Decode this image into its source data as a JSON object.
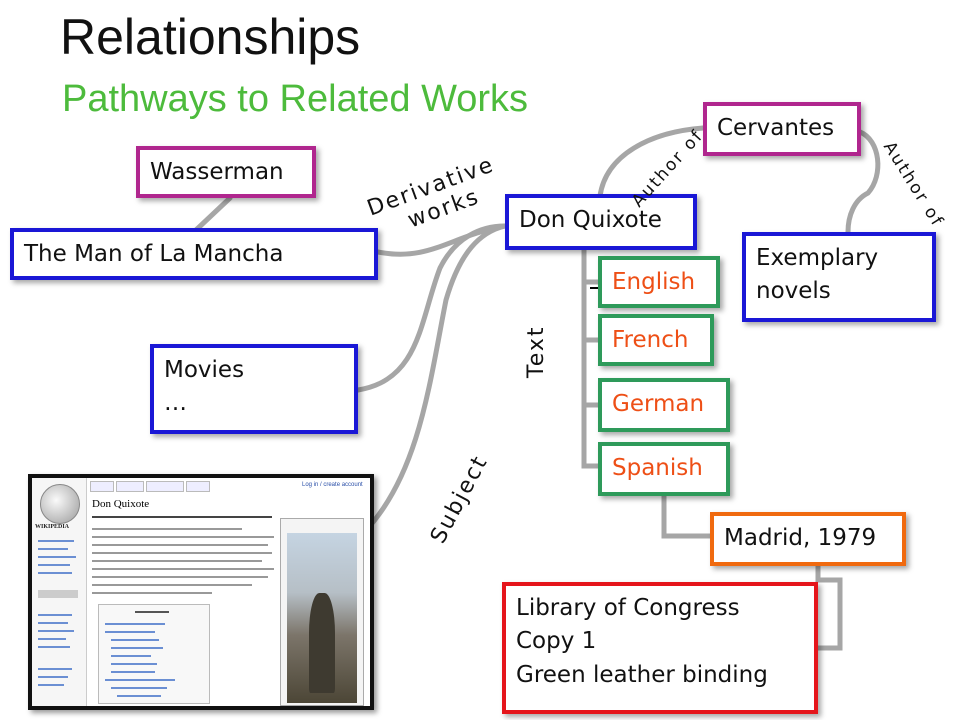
{
  "header": {
    "title": "Relationships",
    "subtitle": "Pathways to Related Works"
  },
  "nodes": {
    "wasserman": "Wasserman",
    "man_of_la_mancha": "The Man of La Mancha",
    "movies": [
      "Movies",
      "…"
    ],
    "don_quixote": "Don Quixote",
    "cervantes": "Cervantes",
    "exemplary_novels": [
      "Exemplary",
      "novels"
    ],
    "english": "English",
    "french": "French",
    "german": "German",
    "spanish": "Spanish",
    "madrid": "Madrid, 1979",
    "library_copy": [
      "Library of Congress",
      "Copy 1",
      "Green leather binding"
    ]
  },
  "edge_labels": {
    "derivative": [
      "Derivative",
      "works"
    ],
    "author_of_1": "Author of",
    "author_of_2": "Author of",
    "text": "Text",
    "subject": "Subject"
  },
  "wiki_screenshot": {
    "article_title": "Don Quixote",
    "logo_text": "WIKIPEDIA",
    "login_link": "Log in / create account"
  },
  "colors": {
    "subtitle": "#4dbb3c",
    "person_border": "#b0268e",
    "work_border": "#1a17d6",
    "expression_border": "#2e9a5a",
    "expression_text": "#ee4f16",
    "manifestation_border": "#f06a0f",
    "item_border": "#e5151b"
  }
}
